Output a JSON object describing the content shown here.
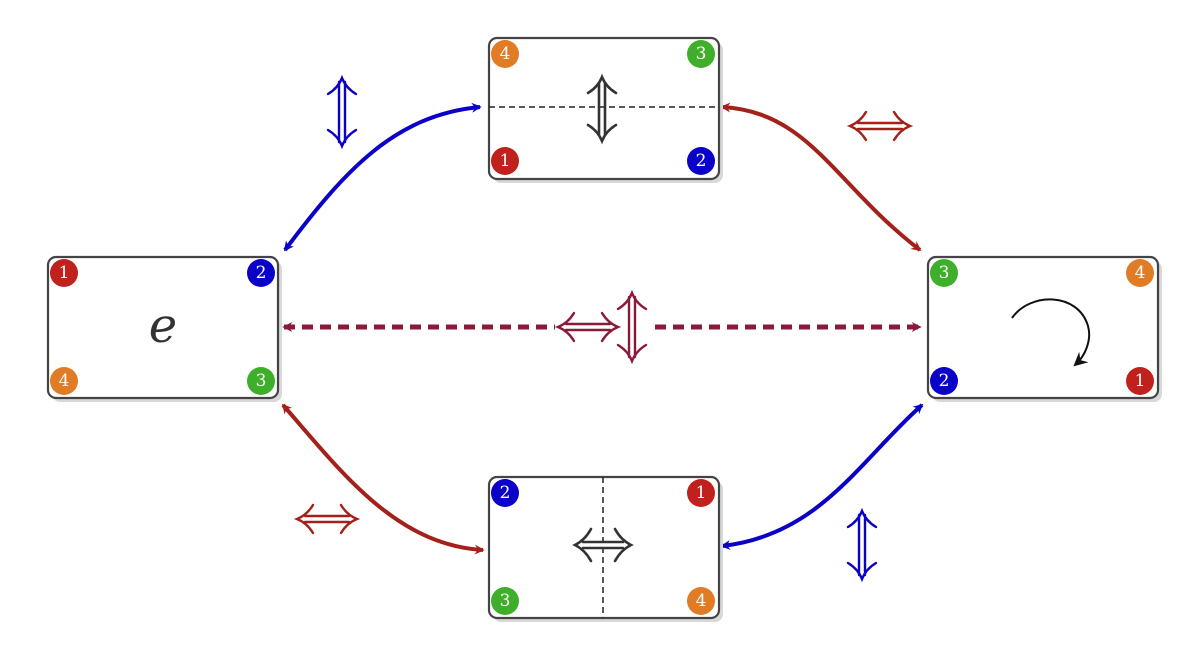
{
  "colors": {
    "red": "#c0211c",
    "blue": "#0a00c8",
    "green": "#3fae2a",
    "orange": "#e07b26",
    "darkred": "#a4201a",
    "maroon": "#8b1a3a",
    "frame": "#444444",
    "shadow": "#d8d8d8",
    "ink": "#333333"
  },
  "identity": {
    "symbol": "e",
    "corners": {
      "tl": "1",
      "tr": "2",
      "bl": "4",
      "br": "3"
    }
  },
  "horizontal_flip": {
    "corners": {
      "tl": "4",
      "tr": "3",
      "bl": "1",
      "br": "2"
    },
    "center_icon": "vertical-double-arrow-icon"
  },
  "vertical_flip": {
    "corners": {
      "tl": "2",
      "tr": "1",
      "bl": "3",
      "br": "4"
    },
    "center_icon": "horizontal-double-arrow-icon"
  },
  "rotation": {
    "corners": {
      "tl": "3",
      "tr": "4",
      "bl": "2",
      "br": "1"
    },
    "center_icon": "clockwise-rotation-icon"
  },
  "edges": [
    {
      "from": "identity",
      "to": "horizontal_flip",
      "color": "blue",
      "symbol": "vertical-arrow-icon"
    },
    {
      "from": "horizontal_flip",
      "to": "rotation",
      "color": "darkred",
      "symbol": "horizontal-arrow-icon"
    },
    {
      "from": "identity",
      "to": "vertical_flip",
      "color": "darkred",
      "symbol": "horizontal-arrow-icon"
    },
    {
      "from": "vertical_flip",
      "to": "rotation",
      "color": "blue",
      "symbol": "vertical-arrow-icon"
    },
    {
      "from": "identity",
      "to": "rotation",
      "color": "maroon",
      "style": "dashed",
      "symbol": "horizontal-and-vertical-arrow-icon"
    }
  ]
}
